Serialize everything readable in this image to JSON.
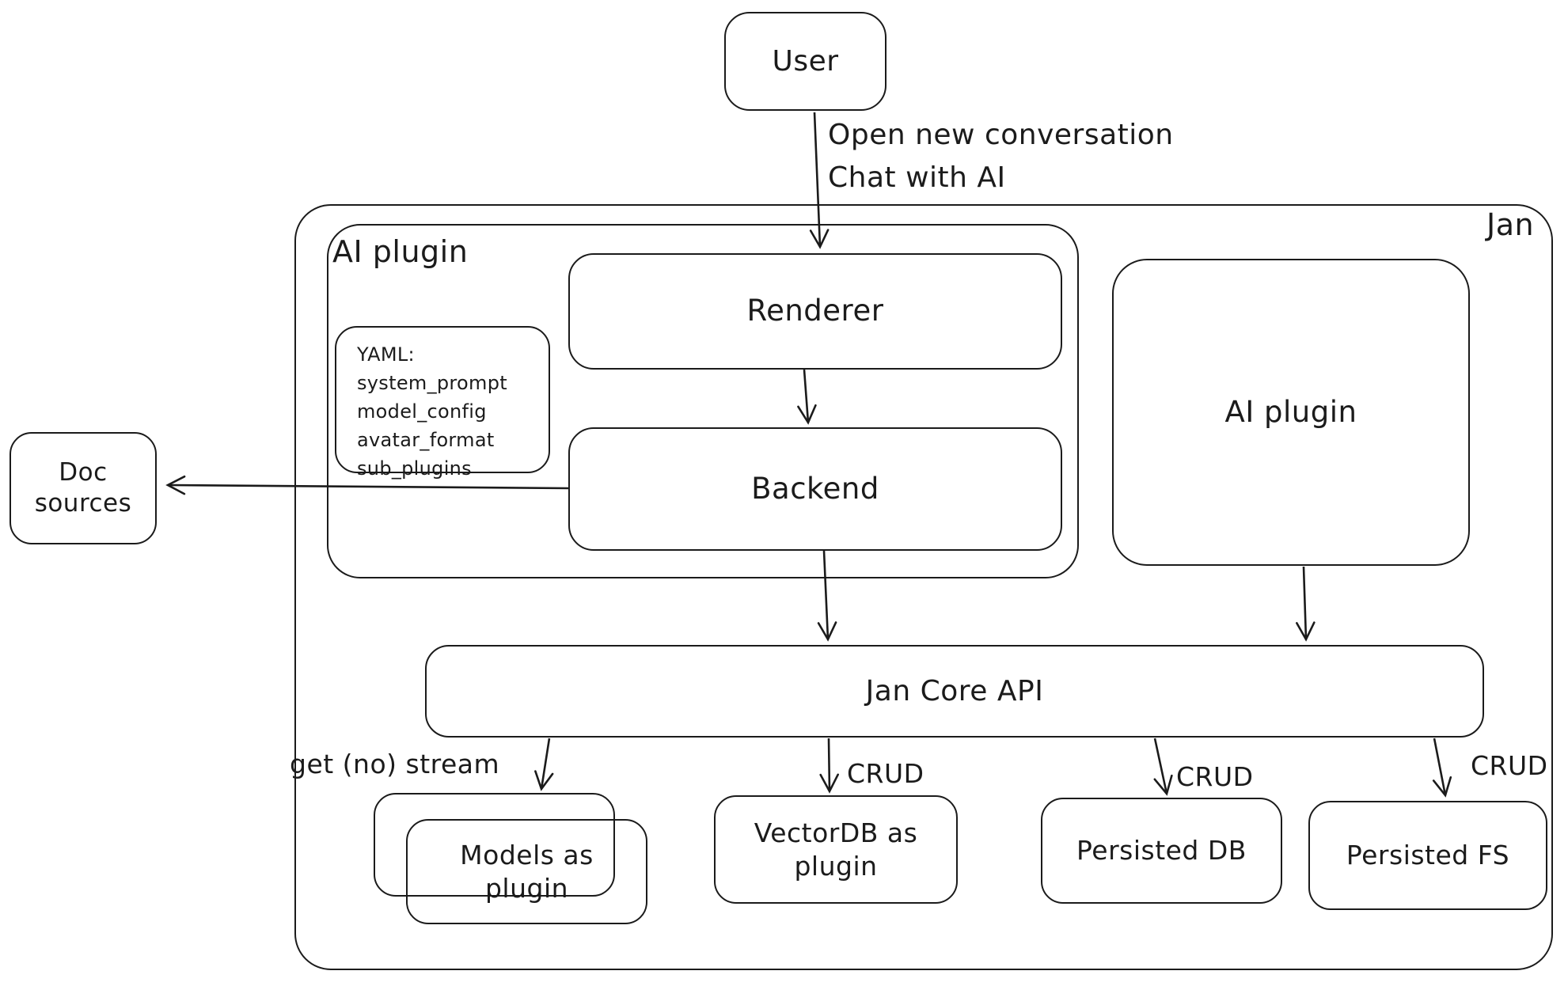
{
  "canvas": {
    "background": "#ffffff",
    "stroke_color": "#1b1b1b"
  },
  "nodes": {
    "user": {
      "label": "User"
    },
    "jan_container": {
      "label": "Jan"
    },
    "ai_plugin_group": {
      "label": "AI plugin"
    },
    "yaml_note": {
      "lines": [
        "YAML:",
        "system_prompt",
        "model_config",
        "avatar_format",
        "sub_plugins"
      ]
    },
    "renderer": {
      "label": "Renderer"
    },
    "backend": {
      "label": "Backend"
    },
    "ai_plugin_box": {
      "label": "AI plugin"
    },
    "doc_sources": {
      "label": "Doc sources"
    },
    "jan_core_api": {
      "label": "Jan Core API"
    },
    "models_plugin": {
      "label": "Models as plugin"
    },
    "vectordb_plugin": {
      "label": "VectorDB as plugin"
    },
    "persisted_db": {
      "label": "Persisted DB"
    },
    "persisted_fs": {
      "label": "Persisted FS"
    }
  },
  "edges": {
    "user_to_renderer": {
      "label_line1": "Open new conversation",
      "label_line2": "Chat with AI"
    },
    "core_to_models": {
      "label": "get (no) stream"
    },
    "core_to_vectordb": {
      "label": "CRUD"
    },
    "core_to_persisted_db": {
      "label": "CRUD"
    },
    "core_to_persisted_fs": {
      "label": "CRUD"
    }
  }
}
